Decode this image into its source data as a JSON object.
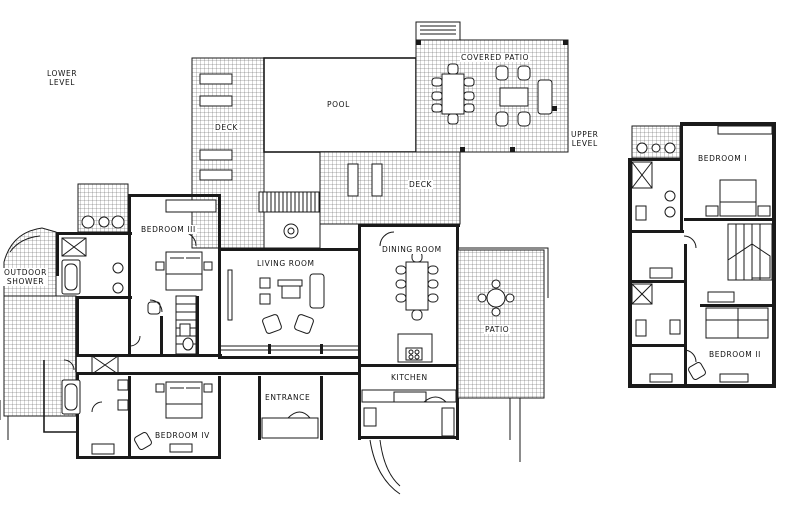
{
  "labels": {
    "lower_level": "LOWER\nLEVEL",
    "upper_level": "UPPER\nLEVEL",
    "pool": "POOL",
    "covered_patio": "COVERED PATIO",
    "deck_left": "DECK",
    "deck_right": "DECK",
    "bedroom_3": "BEDROOM III",
    "bedroom_4": "BEDROOM IV",
    "bedroom_1": "BEDROOM I",
    "bedroom_2": "BEDROOM II",
    "outdoor_shower": "OUTDOOR\nSHOWER",
    "living_room": "LIVING ROOM",
    "dining_room": "DINING ROOM",
    "patio": "PATIO",
    "kitchen": "KITCHEN",
    "entrance": "ENTRANCE"
  }
}
